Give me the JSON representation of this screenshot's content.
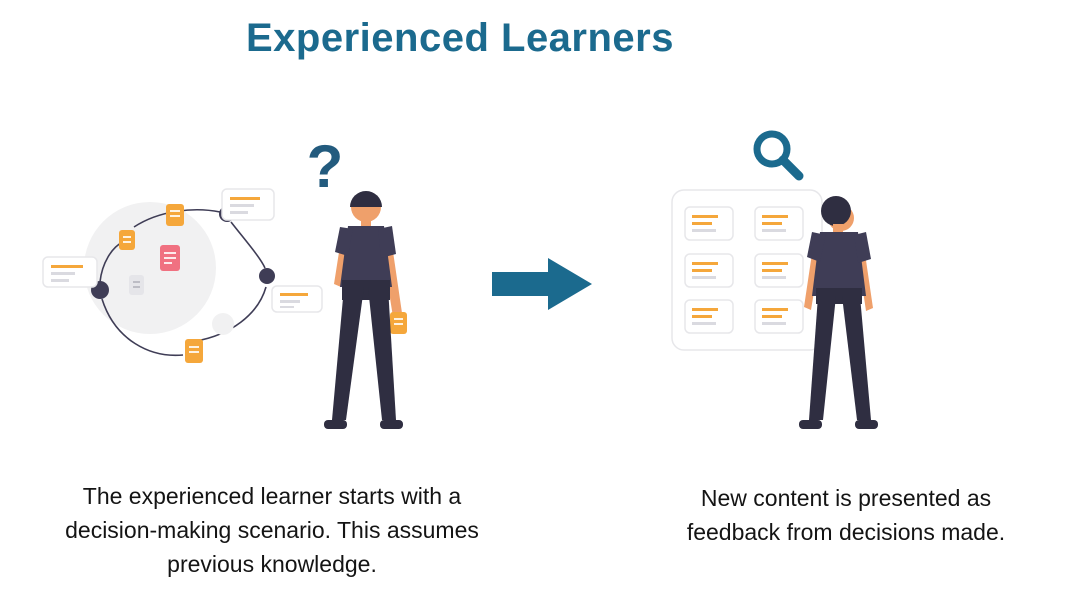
{
  "title": "Experienced Learners",
  "left_panel": {
    "caption": "The experienced learner starts with a decision-making scenario. This assumes previous knowledge.",
    "illustration": "person-with-scattered-notes-documents-and-question-mark"
  },
  "right_panel": {
    "caption": "New content is presented as feedback from decisions made.",
    "illustration": "person-viewing-feedback-card-board"
  },
  "icons": {
    "question_mark": "?",
    "magnifier": "magnifying-glass-icon",
    "arrow_right": "right-arrow-icon"
  },
  "colors": {
    "accent": "#1b6a8e",
    "question": "#235b7e",
    "orange": "#f5a73b",
    "pink": "#f07181",
    "navy": "#3f3d56",
    "dark": "#2f2e41",
    "skin": "#efa06b",
    "bg_circle": "#f1f1f2",
    "card_border": "#e7e7ea",
    "gray_line": "#dadae0",
    "gray_doc": "#e5e5e9",
    "gray_doc_line": "#bcbcc4",
    "text": "#141414"
  }
}
